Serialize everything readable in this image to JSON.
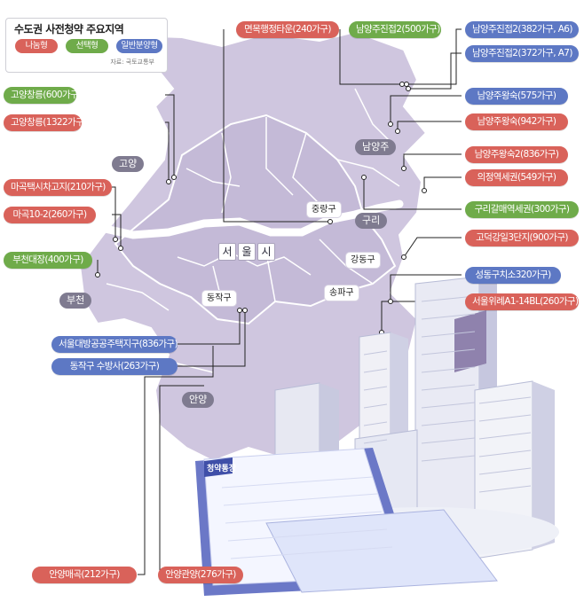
{
  "legend": {
    "title": "수도권 사전청약 주요지역",
    "items": [
      {
        "label": "나눔형",
        "color": "#d9625a"
      },
      {
        "label": "선택형",
        "color": "#6fab4a"
      },
      {
        "label": "일반분양형",
        "color": "#5d78c4"
      }
    ],
    "source": "자료: 국토교통부"
  },
  "colors": {
    "nanum": "#d9625a",
    "seontaek": "#6fab4a",
    "ilban": "#5d78c4",
    "map_fill": "#cfc6df",
    "map_stroke": "#ffffff",
    "area_label": "#7f7b90",
    "leader": "#222222"
  },
  "areas": {
    "goyang": "고양",
    "namyangju": "남양주",
    "guri": "구리",
    "bucheon": "부천",
    "anyang": "안양"
  },
  "districts": {
    "jungnang": "중랑구",
    "gangdong": "강동구",
    "songpa": "송파구",
    "dongjak": "동작구"
  },
  "seoul": [
    "서",
    "울",
    "시"
  ],
  "sites": {
    "goyang_changneung_600": "고양창릉(600가구)",
    "goyang_changneung_1322": "고양창릉(1322가구)",
    "magok_taxi": "마곡택시차고지(210가구)",
    "magok_10_2": "마곡10-2(260가구)",
    "bucheon_daejang": "부천대장(400가구)",
    "myeonmok": "면목행정타운(240가구)",
    "namyang_jinjeop2_500": "남양주진접2(500가구)",
    "namyang_jinjeop2_382": "남양주진접2(382가구, A6)",
    "namyang_jinjeop2_372": "남양주진접2(372가구, A7)",
    "namyang_wangsuk_575": "남양주왕숙(575가구)",
    "namyang_wangsuk_942": "남양주왕숙(942가구)",
    "namyang_wangsuk2_836": "남양주왕숙2(836가구)",
    "uijeongbu": "의정역세권(549가구)",
    "guri_galmae": "구리갈매역세권(300가구)",
    "godeok": "고덕강일3단지(900가구)",
    "seongdong": "성동구치소320가구)",
    "seoul_wirye": "서울위례A1-14BL(260가구)",
    "seoul_daebang": "서울대방공공주택지구(836가구)",
    "dongjak_subangsa": "동작구 수방사(263가구)",
    "anyang_maegok": "안양매곡(212가구)",
    "anyang_gwanyang": "안양관양(276가구)"
  },
  "book_title": "청약통장"
}
